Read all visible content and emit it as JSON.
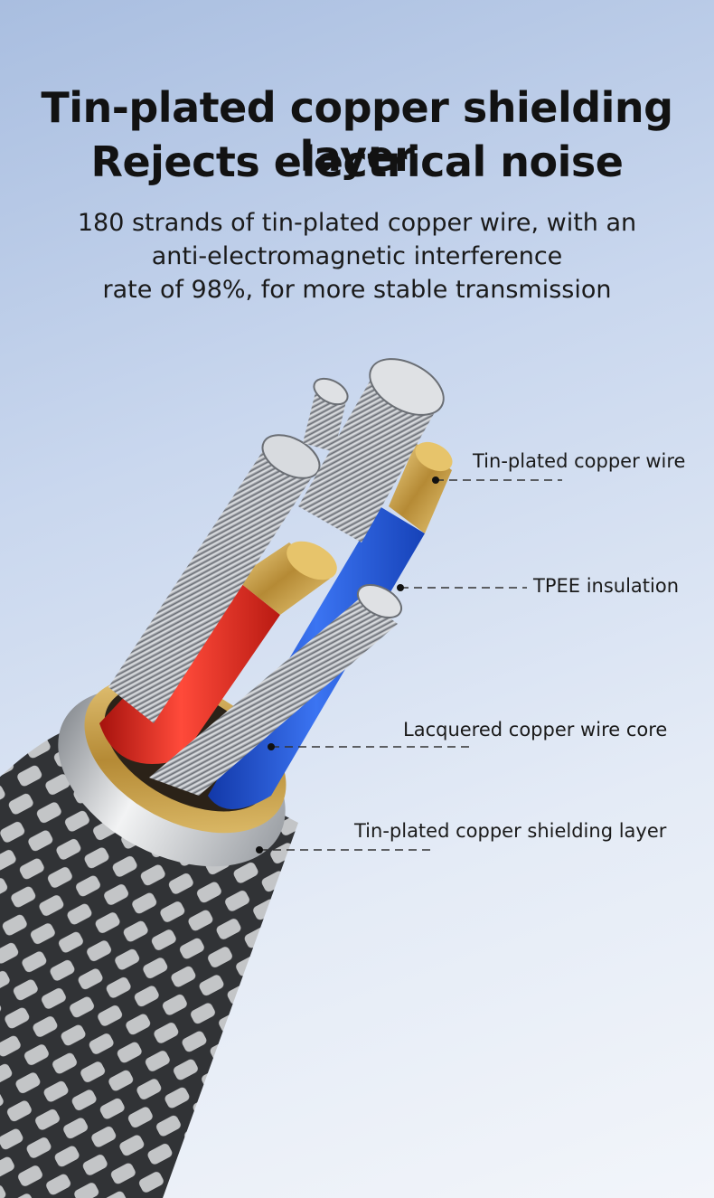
{
  "header": {
    "title_line1": "Tin-plated copper shielding layer",
    "title_line2": "Rejects electrical noise"
  },
  "description": {
    "line1": "180 strands of tin-plated copper wire, with an",
    "line2": "anti-electromagnetic interference",
    "line3": "rate of 98%, for more stable transmission"
  },
  "callouts": [
    {
      "label": "Tin-plated copper wire"
    },
    {
      "label": "TPEE insulation"
    },
    {
      "label": "Lacquered copper wire core"
    },
    {
      "label": "Tin-plated copper shielding layer"
    }
  ],
  "colors": {
    "title": "#121212",
    "red_core": "#e0251c",
    "blue_core": "#1f52d6",
    "gold_ring": "#c9a24a",
    "braid_dark": "#3a3c40"
  }
}
